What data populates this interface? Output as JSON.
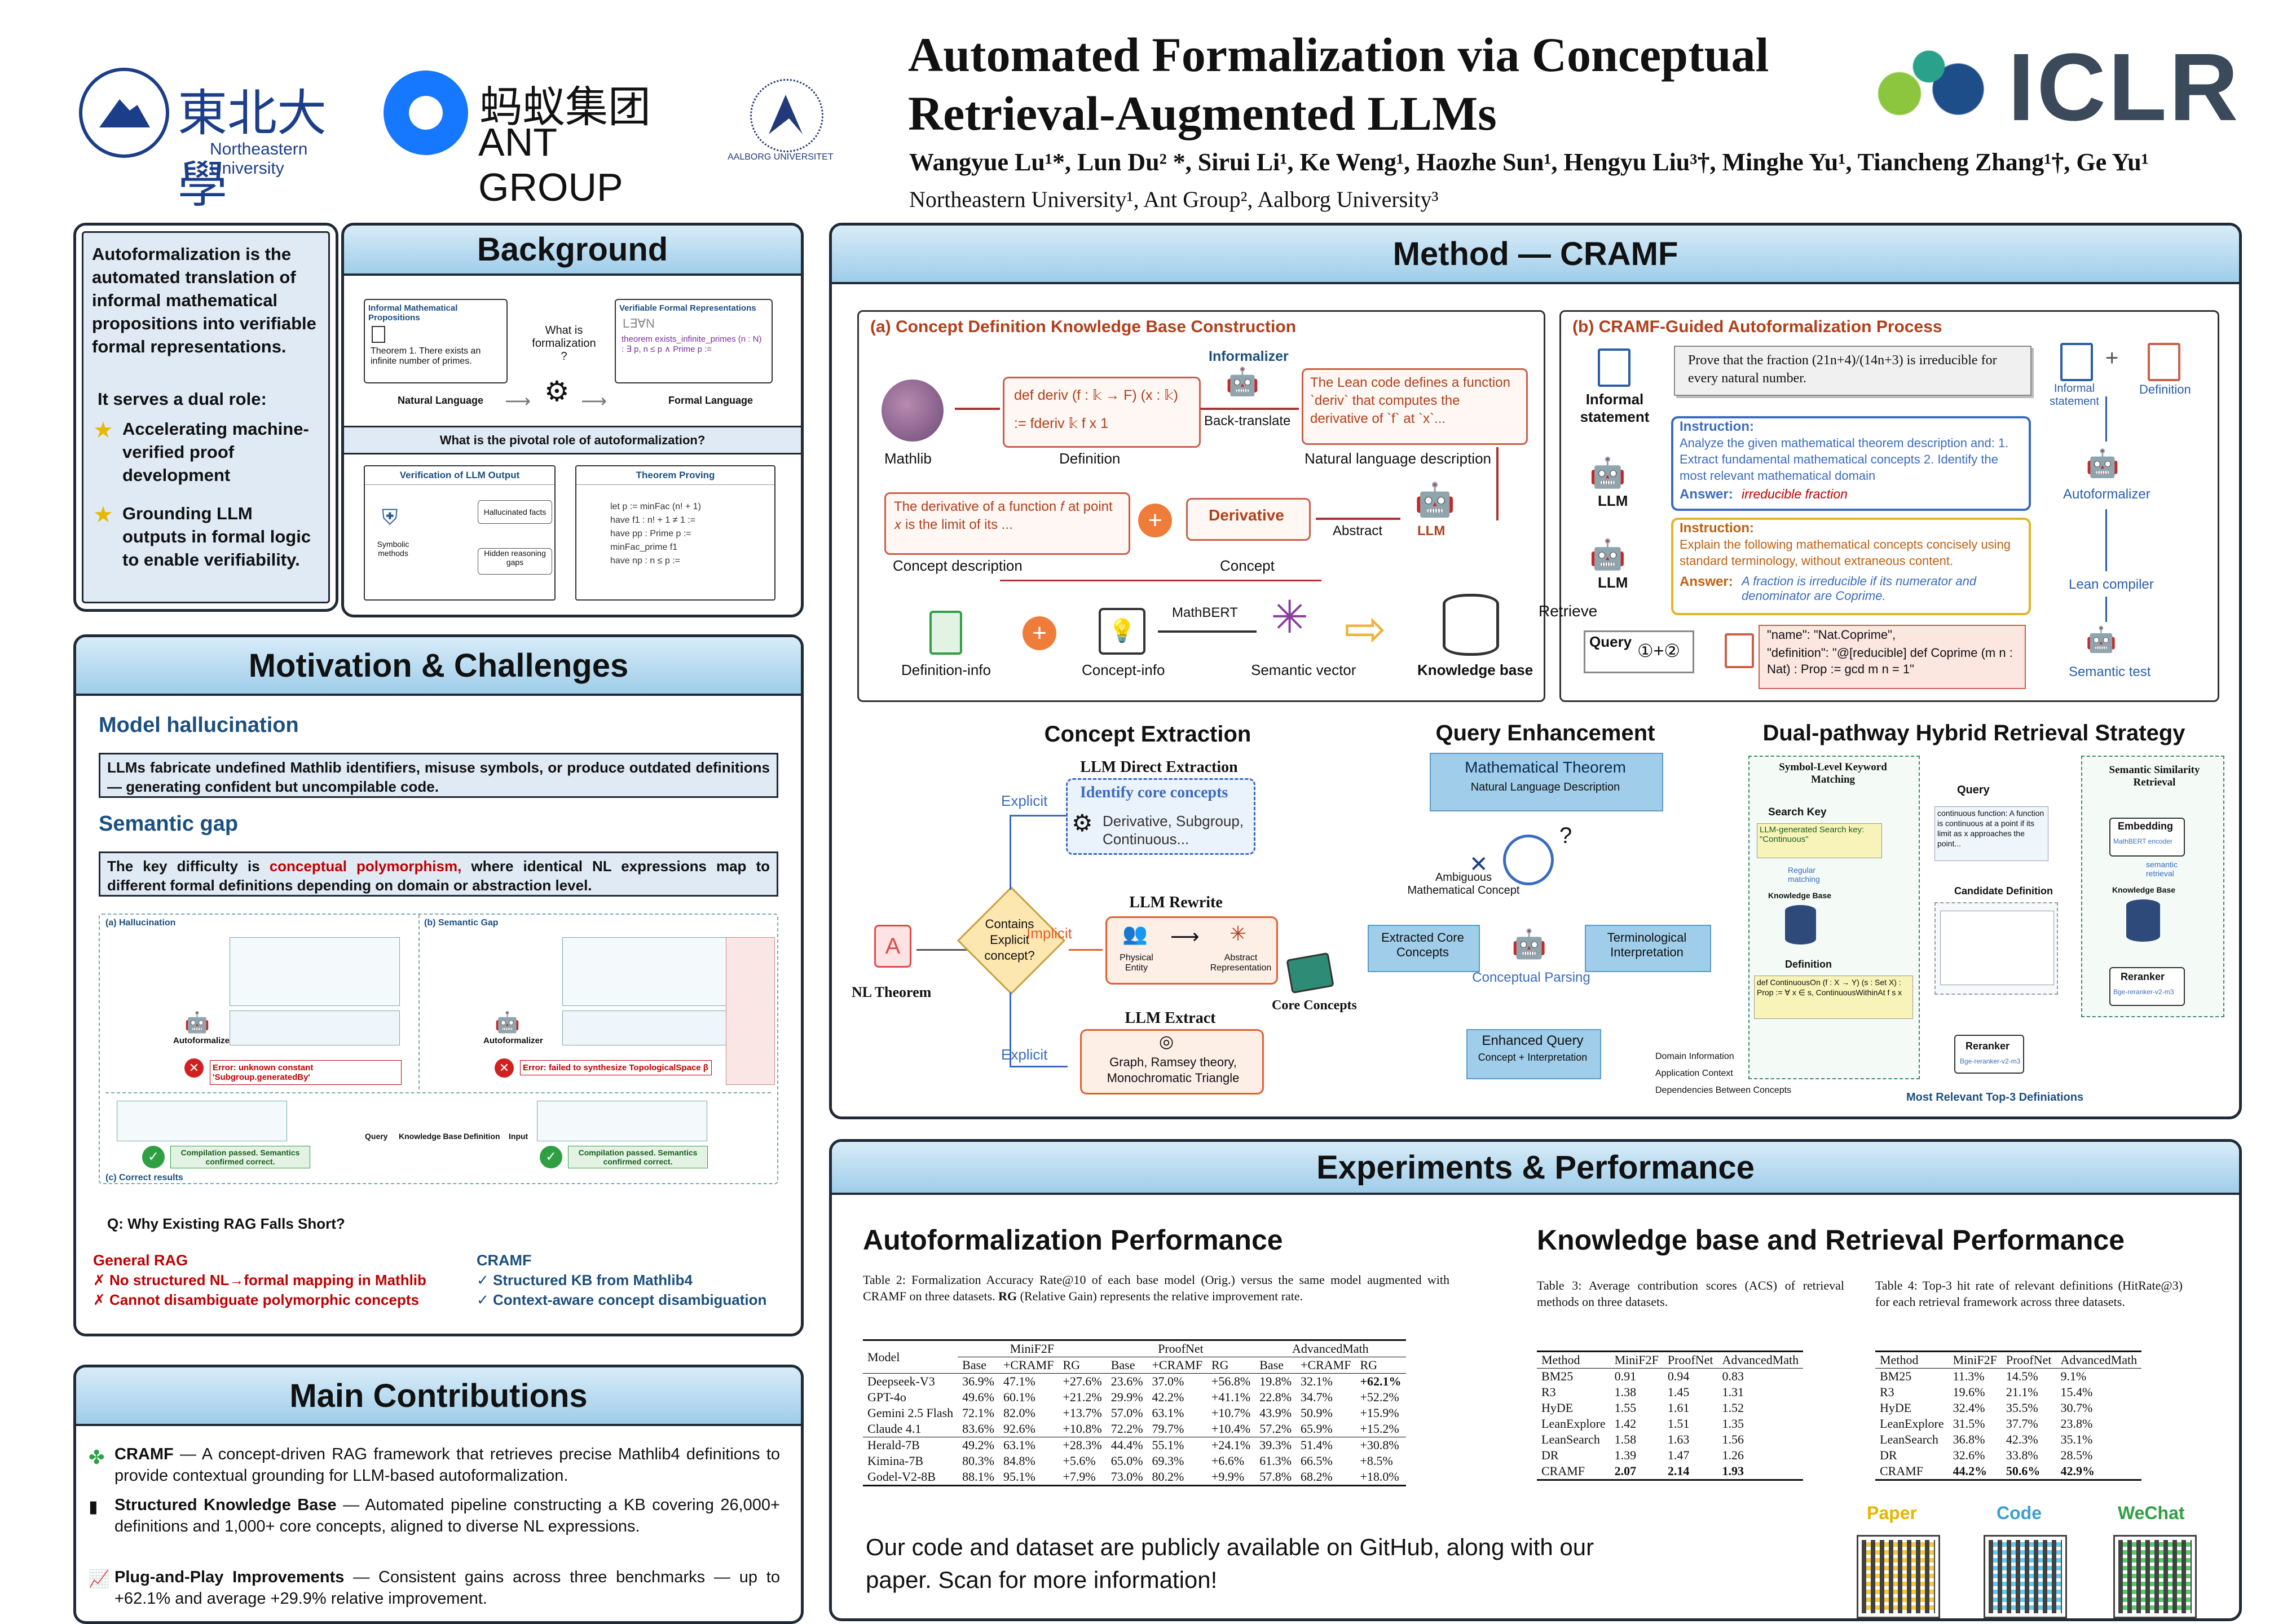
{
  "header": {
    "title_line1": "Automated Formalization via Conceptual",
    "title_line2": "Retrieval-Augmented LLMs",
    "authors": "Wangyue Lu¹*, Lun Du² *, Sirui Li¹, Ke Weng¹,  Haozhe Sun¹, Hengyu Liu³†, Minghe Yu¹, Tiancheng Zhang¹†, Ge Yu¹",
    "affiliations": "Northeastern University¹, Ant Group², Aalborg University³",
    "logo_neu_cn": "東北大學",
    "logo_neu_en": "Northeastern University",
    "logo_ant_cn": "蚂蚁集团",
    "logo_ant_en": "ANT GROUP",
    "logo_aau": "AALBORG UNIVERSITET",
    "logo_iclr": "ICLR"
  },
  "intro": {
    "text": "Autoformalization is the automated translation of informal mathematical propositions into verifiable formal representations.",
    "dual": "It serves a dual role:",
    "role1": "Accelerating machine-verified proof development",
    "role2": "Grounding LLM outputs in formal logic to enable verifiability."
  },
  "background": {
    "title": "Background",
    "informal_label": "Informal Mathematical Propositions",
    "informal_text": "Theorem 1. There exists an infinite number of primes.",
    "question": "What is formalization ?",
    "formal_label": "Verifiable Formal Representations",
    "formal_text": "theorem exists_infinite_primes (n : N) : ∃ p, n ≤ p ∧ Prime p :=",
    "natural_language": "Natural Language",
    "formal_language": "Formal Language",
    "pivotal": "What is the pivotal role of autoformalization?",
    "verification": "Verification of LLM Output",
    "hallucinated": "Hallucinated facts",
    "hidden": "Hidden reasoning gaps",
    "symbolic": "Symbolic methods",
    "theorem_proving": "Theorem Proving",
    "proof_lines": [
      "let p := minFac (n! + 1)",
      "have f1 : n! + 1 ≠ 1 :=",
      "have pp : Prime p :=",
      "minFac_prime f1",
      "have np : n ≤ p :="
    ]
  },
  "motivation": {
    "title": "Motivation & Challenges",
    "h1": "Model hallucination",
    "c1": "LLMs fabricate undefined Mathlib identifiers, misuse symbols, or produce outdated definitions — generating confident but uncompilable code.",
    "h2": "Semantic gap",
    "c2_pre": "The key difficulty is ",
    "c2_hl": "conceptual polymorphism,",
    "c2_post": " where identical NL expressions map to different formal definitions depending on domain or abstraction level.",
    "fig_a": "(a)  Hallucination",
    "fig_b": "(b)  Semantic Gap",
    "fig_c": "(c)  Correct results",
    "err1": "Error: unknown constant 'Subgroup.generatedBy'",
    "err2": "Error: failed to synthesize TopologicalSpace β",
    "ok1": "Compilation passed. Semantics confirmed correct.",
    "ok2": "Compilation passed. Semantics confirmed correct.",
    "autoformalizer": "Autoformalizer",
    "query": "Query",
    "kb": "Knowledge Base",
    "definition": "Definition",
    "input": "Input",
    "why": "Q: Why Existing RAG Falls Short?",
    "general_rag": "General RAG",
    "g1": "✗ No structured NL→formal mapping in Mathlib",
    "g2": "✗ Cannot disambiguate polymorphic concepts",
    "cramf": "CRAMF",
    "cr1": "✓ Structured KB from Mathlib4",
    "cr2": "✓ Context-aware concept disambiguation"
  },
  "contributions": {
    "title": "Main Contributions",
    "i1_b": "CRAMF",
    "i1": " — A concept-driven RAG framework that retrieves precise Mathlib4 definitions to provide contextual grounding for LLM-based autoformalization.",
    "i2_b": "Structured Knowledge Base",
    "i2": " — Automated pipeline constructing a KB covering 26,000+ definitions and 1,000+ core concepts, aligned to diverse NL expressions.",
    "i3_b": "Plug-and-Play Improvements",
    "i3": " — Consistent gains across three benchmarks — up to +62.1% and average +29.9% relative improvement."
  },
  "method": {
    "title": "Method — CRAMF",
    "a_title": "(a) Concept Definition Knowledge Base Construction",
    "mathlib": "Mathlib",
    "def_code1": "def deriv (f : 𝕜 → F) (x : 𝕜)",
    "def_code2": ":= fderiv 𝕜 f x 1",
    "definition": "Definition",
    "informalizer": "Informalizer",
    "back_translate": "Back-translate",
    "nl_text": "The Lean code defines a function `deriv` that computes the derivative of `f` at `x`...",
    "nl_desc": "Natural language description",
    "concept_text": "The derivative of a function 𝑓 at point 𝑥 is the limit of its ...",
    "concept_desc": "Concept description",
    "derivative": "Derivative",
    "concept": "Concept",
    "abstract": "Abstract",
    "llm": "LLM",
    "def_info": "Definition-info",
    "concept_info": "Concept-info",
    "mathbert": "MathBERT",
    "semantic_vector": "Semantic vector",
    "knowledge_base": "Knowledge base",
    "b_title": "(b) CRAMF-Guided Autoformalization Process",
    "prove": "Prove that the fraction (21n+4)/(14n+3) is irreducible for every natural number.",
    "informal_statement": "Informal statement",
    "instruction": "Instruction:",
    "inst1": "Analyze the given mathematical theorem description and: 1. Extract fundamental mathematical concepts 2. Identify the most relevant mathematical domain",
    "answer": "Answer:",
    "ans1": "irreducible fraction",
    "inst2": "Explain the following mathematical concepts concisely using standard terminology, without extraneous content.",
    "ans2": "A fraction is irreducible if its numerator and denominator are Coprime.",
    "retrieve": "Retrieve",
    "query": "Query",
    "q_formula": "①+②",
    "kb_name": "\"name\": \"Nat.Coprime\",",
    "kb_def": "\"definition\": \"@[reducible] def Coprime (m n : Nat) : Prop := gcd m n = 1\"",
    "informal_statement2": "Informal statement",
    "definition2": "Definition",
    "autoformalizer": "Autoformalizer",
    "lean_compiler": "Lean compiler",
    "semantic_test": "Semantic test",
    "ce_title": "Concept Extraction",
    "llm_direct": "LLM Direct Extraction",
    "identify": "Identify core concepts",
    "identify_eg": "Derivative, Subgroup, Continuous...",
    "explicit": "Explicit",
    "implicit": "Implicit",
    "contains": "Contains Explicit concept?",
    "nl_theorem": "NL Theorem",
    "llm_rewrite": "LLM Rewrite",
    "physical": "Physical Entity",
    "abstract_rep": "Abstract Representation",
    "llm_extract": "LLM Extract",
    "extract_eg": "Graph, Ramsey theory, Monochromatic Triangle",
    "core_concepts": "Core Concepts",
    "qe_title": "Query Enhancement",
    "math_theorem": "Mathematical Theorem",
    "nl_description": "Natural Language Description",
    "ambiguous": "Ambiguous Mathematical Concept",
    "extracted": "Extracted Core Concepts",
    "terminological": "Terminological Interpretation",
    "parsing": "Conceptual Parsing",
    "enhanced": "Enhanced Query",
    "enhanced_sub": "Concept + Interpretation",
    "domain_info": "Domain Information",
    "app_context": "Application Context",
    "dependencies": "Dependencies Between Concepts",
    "dp_title": "Dual-pathway Hybrid Retrieval Strategy",
    "symbol_level": "Symbol-Level Keyword Matching",
    "search_key": "Search Key",
    "search_key_text": "LLM-generated Search key: \"Continuous\"",
    "regular": "Regular matching",
    "kb_small": "Knowledge Base",
    "def_small": "Definition",
    "def_small_text": "def ContinuousOn (f : X → Y) (s : Set X) : Prop := ∀ x ∈ s, ContinuousWithinAt f s x",
    "dp_query": "Query",
    "dp_query_text": "continuous function: A function is continuous at a point if its limit as x approaches the point...",
    "candidate": "Candidate Definition",
    "semantic_sim": "Semantic Similarity Retrieval",
    "embedding": "Embedding",
    "embedding_sub": "MathBERT encoder",
    "semantic_retrieval": "semantic retrieval",
    "reranker": "Reranker",
    "reranker_sub": "Bge-reranker-v2-m3",
    "most_relevant": "Most Relevant Top-3 Definiations"
  },
  "experiments": {
    "title": "Experiments & Performance",
    "auto_title": "Autoformalization  Performance",
    "t2_caption_a": "Table 2:  Formalization Accuracy Rate@10 of each base model (Orig.)  versus the same model augmented with CRAMF on three datasets. ",
    "t2_caption_rg": "RG",
    "t2_caption_b": " (Relative Gain) represents the relative improvement rate.",
    "t2_groups": [
      "MiniF2F",
      "ProofNet",
      "AdvancedMath"
    ],
    "t2_cols": [
      "Model",
      "Base",
      "+CRAMF",
      "RG",
      "Base",
      "+CRAMF",
      "RG",
      "Base",
      "+CRAMF",
      "RG"
    ],
    "t2_rows_a": [
      [
        "Deepseek-V3",
        "36.9%",
        "47.1%",
        "+27.6%",
        "23.6%",
        "37.0%",
        "+56.8%",
        "19.8%",
        "32.1%",
        "+62.1%"
      ],
      [
        "GPT-4o",
        "49.6%",
        "60.1%",
        "+21.2%",
        "29.9%",
        "42.2%",
        "+41.1%",
        "22.8%",
        "34.7%",
        "+52.2%"
      ],
      [
        "Gemini 2.5 Flash",
        "72.1%",
        "82.0%",
        "+13.7%",
        "57.0%",
        "63.1%",
        "+10.7%",
        "43.9%",
        "50.9%",
        "+15.9%"
      ],
      [
        "Claude 4.1",
        "83.6%",
        "92.6%",
        "+10.8%",
        "72.2%",
        "79.7%",
        "+10.4%",
        "57.2%",
        "65.9%",
        "+15.2%"
      ]
    ],
    "t2_rows_b": [
      [
        "Herald-7B",
        "49.2%",
        "63.1%",
        "+28.3%",
        "44.4%",
        "55.1%",
        "+24.1%",
        "39.3%",
        "51.4%",
        "+30.8%"
      ],
      [
        "Kimina-7B",
        "80.3%",
        "84.8%",
        "+5.6%",
        "65.0%",
        "69.3%",
        "+6.6%",
        "61.3%",
        "66.5%",
        "+8.5%"
      ],
      [
        "Godel-V2-8B",
        "88.1%",
        "95.1%",
        "+7.9%",
        "73.0%",
        "80.2%",
        "+9.9%",
        "57.8%",
        "68.2%",
        "+18.0%"
      ]
    ],
    "kb_title": "Knowledge base and Retrieval Performance",
    "t3_caption": "Table 3:  Average contribution scores (ACS) of retrieval methods on three datasets.",
    "t3_cols": [
      "Method",
      "MiniF2F",
      "ProofNet",
      "AdvancedMath"
    ],
    "t3_rows": [
      [
        "BM25",
        "0.91",
        "0.94",
        "0.83"
      ],
      [
        "R3",
        "1.38",
        "1.45",
        "1.31"
      ],
      [
        "HyDE",
        "1.55",
        "1.61",
        "1.52"
      ],
      [
        "LeanExplore",
        "1.42",
        "1.51",
        "1.35"
      ],
      [
        "LeanSearch",
        "1.58",
        "1.63",
        "1.56"
      ],
      [
        "DR",
        "1.39",
        "1.47",
        "1.26"
      ],
      [
        "CRAMF",
        "2.07",
        "2.14",
        "1.93"
      ]
    ],
    "t4_caption": "Table 4:  Top-3 hit rate of relevant definitions (HitRate@3) for each retrieval framework across three datasets.",
    "t4_cols": [
      "Method",
      "MiniF2F",
      "ProofNet",
      "AdvancedMath"
    ],
    "t4_rows": [
      [
        "BM25",
        "11.3%",
        "14.5%",
        "9.1%"
      ],
      [
        "R3",
        "19.6%",
        "21.1%",
        "15.4%"
      ],
      [
        "HyDE",
        "32.4%",
        "35.5%",
        "30.7%"
      ],
      [
        "LeanExplore",
        "31.5%",
        "37.7%",
        "23.8%"
      ],
      [
        "LeanSearch",
        "36.8%",
        "42.3%",
        "35.1%"
      ],
      [
        "DR",
        "32.6%",
        "33.8%",
        "28.5%"
      ],
      [
        "CRAMF",
        "44.2%",
        "50.6%",
        "42.9%"
      ]
    ],
    "availability": "Our code and dataset are publicly available on GitHub, along with our paper. Scan for more information!",
    "paper": "Paper",
    "code": "Code",
    "wechat": "WeChat"
  }
}
